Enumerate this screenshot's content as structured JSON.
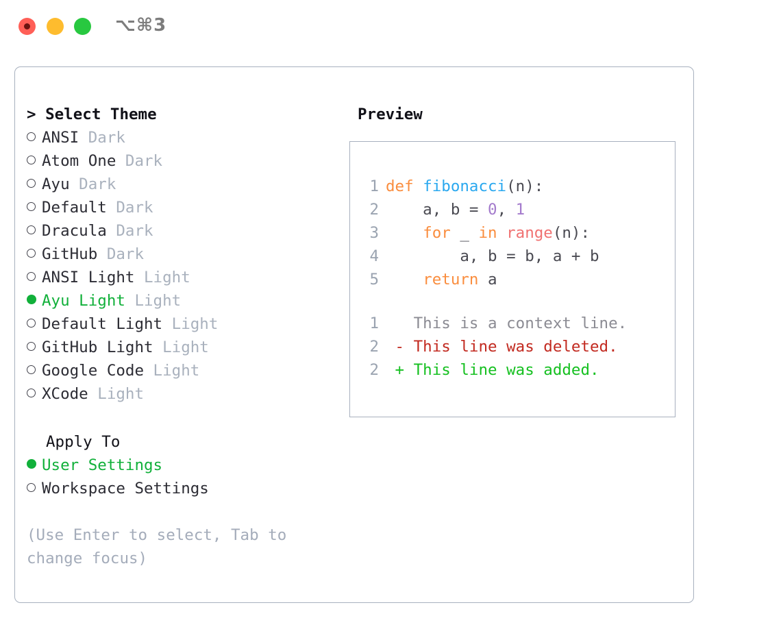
{
  "titlebar": {
    "shortcut": "⌥⌘3",
    "traffic_lights": [
      "close-red",
      "minimize-yellow",
      "maximize-green"
    ]
  },
  "theme_picker": {
    "header": "> Select Theme",
    "options": [
      {
        "marker": "hollow",
        "name": "ANSI",
        "kind": " Dark",
        "selected": false
      },
      {
        "marker": "hollow",
        "name": "Atom One",
        "kind": " Dark",
        "selected": false
      },
      {
        "marker": "hollow",
        "name": "Ayu",
        "kind": " Dark",
        "selected": false
      },
      {
        "marker": "hollow",
        "name": "Default",
        "kind": " Dark",
        "selected": false
      },
      {
        "marker": "hollow",
        "name": "Dracula",
        "kind": " Dark",
        "selected": false
      },
      {
        "marker": "hollow",
        "name": "GitHub",
        "kind": " Dark",
        "selected": false
      },
      {
        "marker": "hollow",
        "name": "ANSI Light",
        "kind": " Light",
        "selected": false
      },
      {
        "marker": "filled",
        "name": "Ayu Light",
        "kind": " Light",
        "selected": true
      },
      {
        "marker": "hollow",
        "name": "Default Light",
        "kind": " Light",
        "selected": false
      },
      {
        "marker": "hollow",
        "name": "GitHub Light",
        "kind": " Light",
        "selected": false
      },
      {
        "marker": "hollow",
        "name": "Google Code",
        "kind": " Light",
        "selected": false
      },
      {
        "marker": "hollow",
        "name": "XCode",
        "kind": " Light",
        "selected": false
      }
    ]
  },
  "apply_to": {
    "title": "Apply To",
    "options": [
      {
        "marker": "filled",
        "name": "User Settings",
        "kind": "",
        "selected": true
      },
      {
        "marker": "hollow",
        "name": "Workspace Settings",
        "kind": "",
        "selected": false
      }
    ]
  },
  "hint": "(Use Enter to select, Tab to change focus)",
  "preview": {
    "title": "Preview",
    "code_lines": [
      {
        "n": "1",
        "tokens": [
          {
            "t": "def ",
            "c": "kw"
          },
          {
            "t": "fibonacci",
            "c": "fn"
          },
          {
            "t": "(n):",
            "c": "pl"
          }
        ]
      },
      {
        "n": "2",
        "tokens": [
          {
            "t": "    a, b = ",
            "c": "pl"
          },
          {
            "t": "0",
            "c": "num"
          },
          {
            "t": ", ",
            "c": "pl"
          },
          {
            "t": "1",
            "c": "num"
          }
        ]
      },
      {
        "n": "3",
        "tokens": [
          {
            "t": "    ",
            "c": "pl"
          },
          {
            "t": "for",
            "c": "kw"
          },
          {
            "t": " _ ",
            "c": "pl"
          },
          {
            "t": "in",
            "c": "kw"
          },
          {
            "t": " ",
            "c": "pl"
          },
          {
            "t": "range",
            "c": "bi"
          },
          {
            "t": "(n):",
            "c": "pl"
          }
        ]
      },
      {
        "n": "4",
        "tokens": [
          {
            "t": "        a, b = b, a + b",
            "c": "pl"
          }
        ]
      },
      {
        "n": "5",
        "tokens": [
          {
            "t": "    ",
            "c": "pl"
          },
          {
            "t": "return",
            "c": "kw"
          },
          {
            "t": " a",
            "c": "pl"
          }
        ]
      }
    ],
    "diff_lines": [
      {
        "n": "1",
        "tokens": [
          {
            "t": "   This is a context line.",
            "c": "ctx"
          }
        ]
      },
      {
        "n": "2",
        "tokens": [
          {
            "t": " - This line was deleted.",
            "c": "del"
          }
        ]
      },
      {
        "n": "2",
        "tokens": [
          {
            "t": " + This line was added.",
            "c": "add"
          }
        ]
      }
    ]
  },
  "colors": {
    "accent_green": "#11b03a",
    "border": "#a7b0be",
    "muted": "#a9b1bd",
    "keyword": "#fa8d3e",
    "function": "#2aa8ef",
    "number": "#a37acc",
    "builtin": "#f07171",
    "diff_delete": "#c22a20",
    "diff_add": "#15c020"
  }
}
